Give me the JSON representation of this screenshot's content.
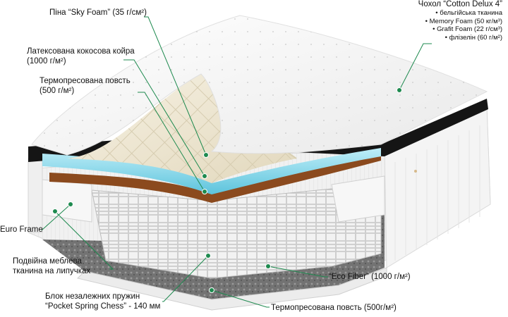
{
  "labels": {
    "sky_foam": "Піна “Sky Foam” (35 г/см²)",
    "coconut_line1": "Латексована кокосова койра",
    "coconut_line2": "(1000 г/м²)",
    "felt_top_line1": "Термопресована повсть",
    "felt_top_line2": "(500 г/м²)",
    "euro_frame": "Euro Frame",
    "fabric_line1": "Подвійна меблева",
    "fabric_line2": "тканина на липучках",
    "springs_line1": "Блок незалежних пружин",
    "springs_line2": "“Pocket Spring Chess” - 140 мм",
    "eco_fiber": "“Eco Fiber” (1000 г/м²)",
    "felt_bottom": "Термопресована повсть (500г/м²)"
  },
  "cover": {
    "title": "Чохол “Cotton Delux 4”",
    "items": [
      "бельгійська тканина",
      "Memory Foam (50 кг/м³)",
      "Grafit Foam (22 г/см³)",
      "флізелін (60 г/м²)"
    ]
  },
  "colors": {
    "leader_line": "#1e8a4f",
    "marker": "#1e8a4f",
    "foam_blue": "#7fd3e8",
    "coconut": "#8b4a1e",
    "cream": "#efe8d6",
    "edge_black": "#151515"
  }
}
